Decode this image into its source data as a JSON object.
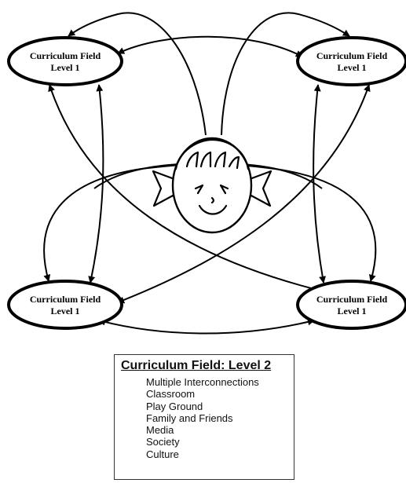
{
  "nodes": {
    "top_left": {
      "line1": "Curriculum Field",
      "line2": "Level 1"
    },
    "top_right": {
      "line1": "Curriculum Field",
      "line2": "Level 1"
    },
    "bottom_left": {
      "line1": "Curriculum Field",
      "line2": "Level 1"
    },
    "bottom_right": {
      "line1": "Curriculum Field",
      "line2": "Level 1"
    }
  },
  "center_figure": {
    "icon": "child-face-icon"
  },
  "legend": {
    "title": "Curriculum Field: Level 2",
    "items": [
      "Multiple Interconnections",
      "Classroom",
      "Play Ground",
      "Family and Friends",
      "Media",
      "Society",
      "Culture"
    ]
  },
  "colors": {
    "stroke": "#000000",
    "background": "#ffffff"
  }
}
